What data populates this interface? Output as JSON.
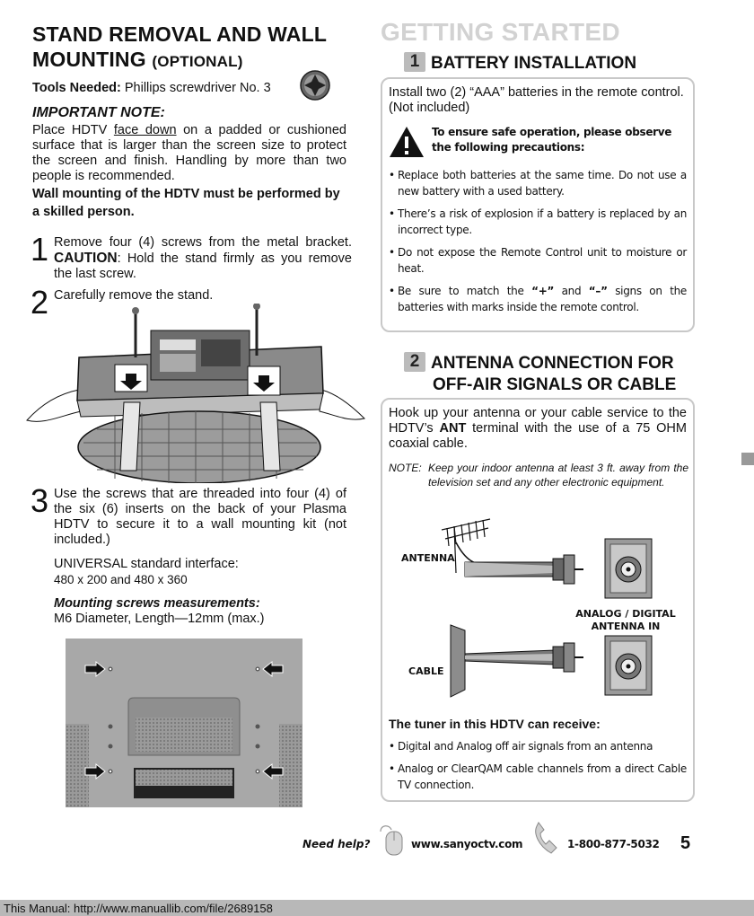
{
  "left": {
    "title_line1": "STAND REMOVAL AND WALL",
    "title_line2": "MOUNTING",
    "title_optional": "(OPTIONAL)",
    "tools_label": "Tools Needed:",
    "tools_value": "Phillips screwdriver No. 3",
    "important_heading": "IMPORTANT NOTE:",
    "note_pre": "Place HDTV ",
    "note_underlined": "face down",
    "note_post": " on a padded or cushioned surface that is larger than the screen size to protect the screen and finish. Handling by more than two people is recommended.",
    "wall_note": "Wall mounting of the HDTV must be performed by a skilled person.",
    "step1_num": "1",
    "step1_text": "Remove four (4) screws from the metal bracket.",
    "step1_caution_label": "CAUTION",
    "step1_caution_text": ": Hold the stand firmly as you remove the last screw.",
    "step2_num": "2",
    "step2_text": "Carefully remove the stand.",
    "step3_num": "3",
    "step3_text": "Use the screws that are threaded into four (4) of the six (6) inserts on the back of your Plasma HDTV to secure it to a wall mounting kit (not included.)",
    "universal_line1": "UNIVERSAL standard interface:",
    "universal_line2": "480 x 200 and 480 x 360",
    "screws_heading": "Mounting screws measurements:",
    "screws_value": "M6 Diameter, Length—12mm (max.)"
  },
  "right": {
    "getting_started": "GETTING STARTED",
    "sec1_num": "1",
    "sec1_title": "BATTERY INSTALLATION",
    "sec1_intro": "Install two (2) “AAA” batteries in the remote control. (Not included)",
    "sec1_warning": "To ensure safe operation, please observe the following precautions:",
    "sec1_bullets": [
      "Replace both batteries at the same time. Do not use a new battery with a used battery.",
      "There’s a risk of explosion if a battery is replaced by an incorrect type.",
      "Do not expose the Remote Control unit to moisture or heat."
    ],
    "sec1_bullet4_pre": "Be sure to match the ",
    "sec1_bullet4_plus": "“+”",
    "sec1_bullet4_mid": " and ",
    "sec1_bullet4_minus": "“–”",
    "sec1_bullet4_post": " signs on the batteries with marks inside the remote control.",
    "sec2_num": "2",
    "sec2_title_line1": "ANTENNA CONNECTION FOR",
    "sec2_title_line2": "OFF-AIR SIGNALS OR CABLE",
    "sec2_intro_pre": "Hook up your antenna or your cable service to the HDTV’s ",
    "sec2_intro_bold": "ANT",
    "sec2_intro_post": " terminal with the use of a 75 OHM coaxial cable.",
    "sec2_note_label": "NOTE:",
    "sec2_note_text": "Keep your indoor antenna at least 3 ft. away from the television set and any other electronic equipment.",
    "label_antenna": "ANTENNA",
    "label_cable": "CABLE",
    "label_in_line1": "ANALOG / DIGITAL",
    "label_in_line2": "ANTENNA IN",
    "tuner_heading": "The tuner in this HDTV can receive",
    "tuner_colon": ":",
    "tuner_bullets": [
      "Digital and Analog off air signals from an antenna",
      "Analog or ClearQAM cable channels from a direct Cable TV connection."
    ]
  },
  "footer": {
    "need_help": "Need help?",
    "website": "www.sanyoctv.com",
    "phone": "1-800-877-5032",
    "page_number": "5",
    "manual_link": "This Manual: http://www.manuallib.com/file/2689158"
  }
}
